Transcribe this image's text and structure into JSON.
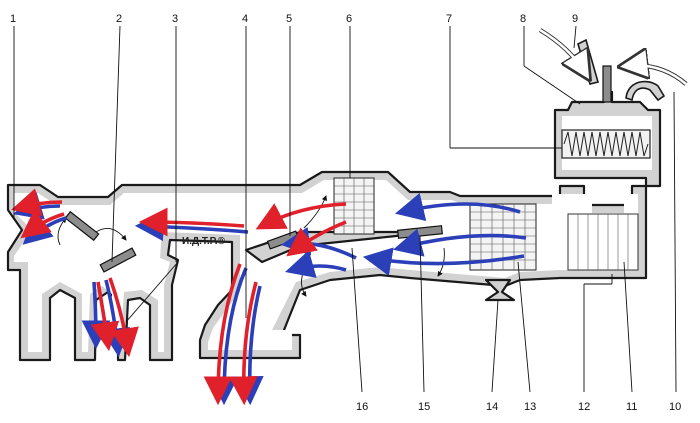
{
  "callouts": [
    {
      "id": "1",
      "label": "1"
    },
    {
      "id": "2",
      "label": "2"
    },
    {
      "id": "3",
      "label": "3"
    },
    {
      "id": "4",
      "label": "4"
    },
    {
      "id": "5",
      "label": "5"
    },
    {
      "id": "6",
      "label": "6"
    },
    {
      "id": "7",
      "label": "7"
    },
    {
      "id": "8",
      "label": "8"
    },
    {
      "id": "9",
      "label": "9"
    },
    {
      "id": "10",
      "label": "10"
    },
    {
      "id": "11",
      "label": "11"
    },
    {
      "id": "12",
      "label": "12"
    },
    {
      "id": "13",
      "label": "13"
    },
    {
      "id": "14",
      "label": "14"
    },
    {
      "id": "15",
      "label": "15"
    },
    {
      "id": "16",
      "label": "16"
    }
  ],
  "watermark": "И.Д.Т.Р.®",
  "colors": {
    "hot_air": "#e0202a",
    "cold_air": "#2a3fb8",
    "outside_air": "#e6e6e6",
    "housing": "#d2d2d2",
    "flap": "#8c8c8c"
  }
}
